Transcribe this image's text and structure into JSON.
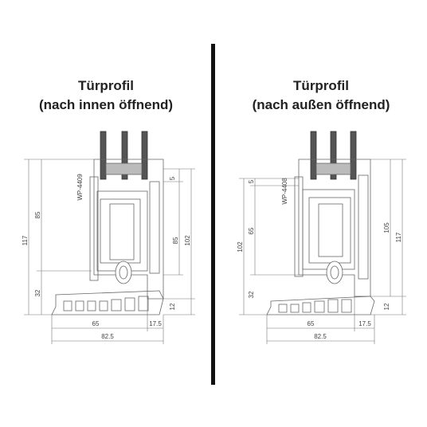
{
  "colors": {
    "outline": "#666666",
    "dim": "#777777",
    "glass": "#555555",
    "divider": "#111111",
    "title": "#222222"
  },
  "left": {
    "title_line1": "Türprofil",
    "title_line2": "(nach innen öffnend)",
    "profile_code": "WP-4409",
    "dims": {
      "d117": "117",
      "d85a": "85",
      "d32": "32",
      "d85b": "85",
      "d102": "102",
      "d5": "5",
      "d12": "12",
      "d65": "65",
      "d17_5": "17.5",
      "d82_5": "82.5"
    }
  },
  "right": {
    "title_line1": "Türprofil",
    "title_line2": "(nach außen öffnend)",
    "profile_code": "WP-4408",
    "dims": {
      "d102": "102",
      "d65": "65",
      "d5": "5",
      "d32": "32",
      "d105": "105",
      "d117": "117",
      "d12": "12",
      "d65b": "65",
      "d17_5": "17.5",
      "d82_5": "82.5"
    }
  }
}
